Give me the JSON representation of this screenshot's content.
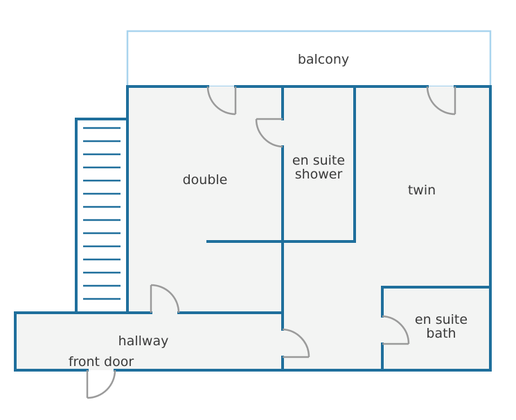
{
  "colors": {
    "wall": "#1f6f9c",
    "balcony_outline": "#a9d4ee",
    "floor": "#f3f4f3",
    "door": "#9a9a9a",
    "text": "#3a3a3a"
  },
  "rooms": {
    "balcony": "balcony",
    "double": "double",
    "en_suite_shower": [
      "en suite",
      "shower"
    ],
    "twin": "twin",
    "en_suite_bath": [
      "en suite",
      "bath"
    ],
    "hallway": "hallway",
    "front_door": "front door"
  },
  "stairs": {
    "icon": "staircase-icon",
    "step_count": 14
  }
}
